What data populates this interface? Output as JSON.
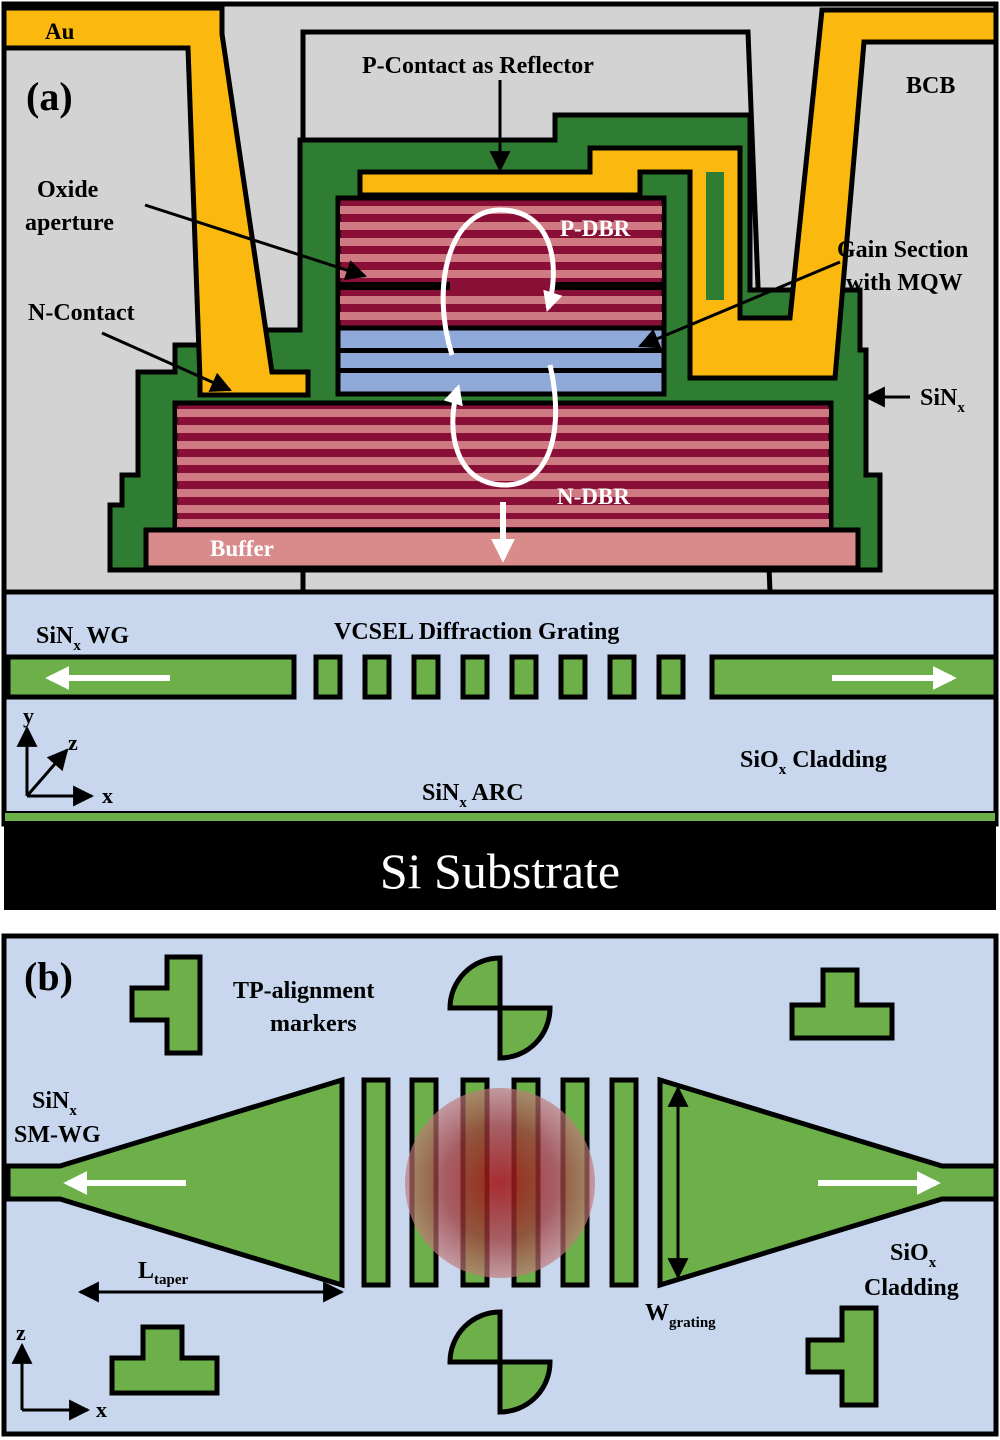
{
  "panel_a": {
    "tag": "(a)",
    "au": "Au",
    "bcb": "BCB",
    "p_contact": "P-Contact as Reflector",
    "oxide_1": "Oxide",
    "oxide_2": "aperture",
    "n_contact": "N-Contact",
    "p_dbr": "P-DBR",
    "gain_1": "Gain Section",
    "gain_2": "with MQW",
    "sinx_main": "SiN",
    "sinx_sub": "x",
    "n_dbr": "N-DBR",
    "buffer": "Buffer",
    "wg_main": "SiN",
    "wg_sub": "x",
    "wg_tail": " WG",
    "grating": "VCSEL Diffraction Grating",
    "axis_y": "y",
    "axis_z": "z",
    "axis_x": "x",
    "clad_main": "SiO",
    "clad_sub": "x",
    "clad_tail": " Cladding",
    "arc_main": "SiN",
    "arc_sub": "x",
    "arc_tail": " ARC",
    "substrate": "Si Substrate"
  },
  "panel_b": {
    "tag": "(b)",
    "markers_1": "TP-alignment",
    "markers_2": "markers",
    "smwg_main": "SiN",
    "smwg_sub": "x",
    "smwg_2": "SM-WG",
    "ltaper_main": "L",
    "ltaper_sub": "taper",
    "wgrating_main": "W",
    "wgrating_sub": "grating",
    "clad_main": "SiO",
    "clad_sub": "x",
    "clad_2": "Cladding",
    "axis_z": "z",
    "axis_x": "x"
  },
  "colors": {
    "bcb": "#d3d3d3",
    "au": "#fbb80e",
    "sinx": "#2f7d32",
    "dbr_dark": "#8a0f37",
    "dbr_light": "#cf7a82",
    "mqw": "#8fa9d9",
    "buffer": "#d98a8a",
    "cladding": "#c8d7ee",
    "wg": "#6db04a",
    "substrate": "#000000"
  }
}
